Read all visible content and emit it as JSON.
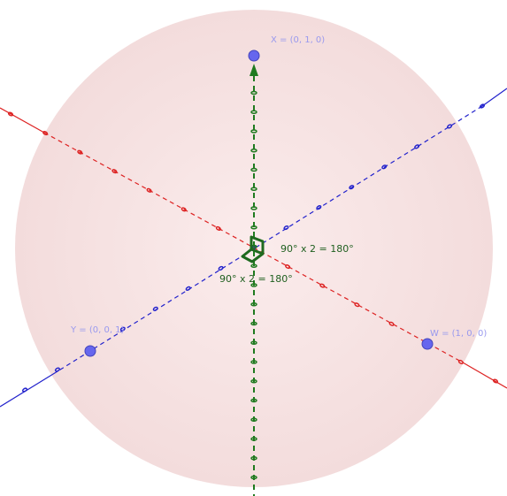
{
  "colors": {
    "sphere": "#f4dede",
    "red_axis": "#dd2222",
    "blue_axis": "#2222cc",
    "green_axis": "#1f7a1f",
    "point": "#6666ee",
    "label": "#9999ee",
    "angle": "#1f5f1f"
  },
  "points": {
    "x": {
      "label": "X = (0, 1, 0)"
    },
    "y": {
      "label": "Y = (0, 0, 1)"
    },
    "w": {
      "label": "W = (1, 0, 0)"
    }
  },
  "angles": {
    "upper": "90° x 2 = 180°",
    "lower": "90° x 2 = 180°"
  }
}
